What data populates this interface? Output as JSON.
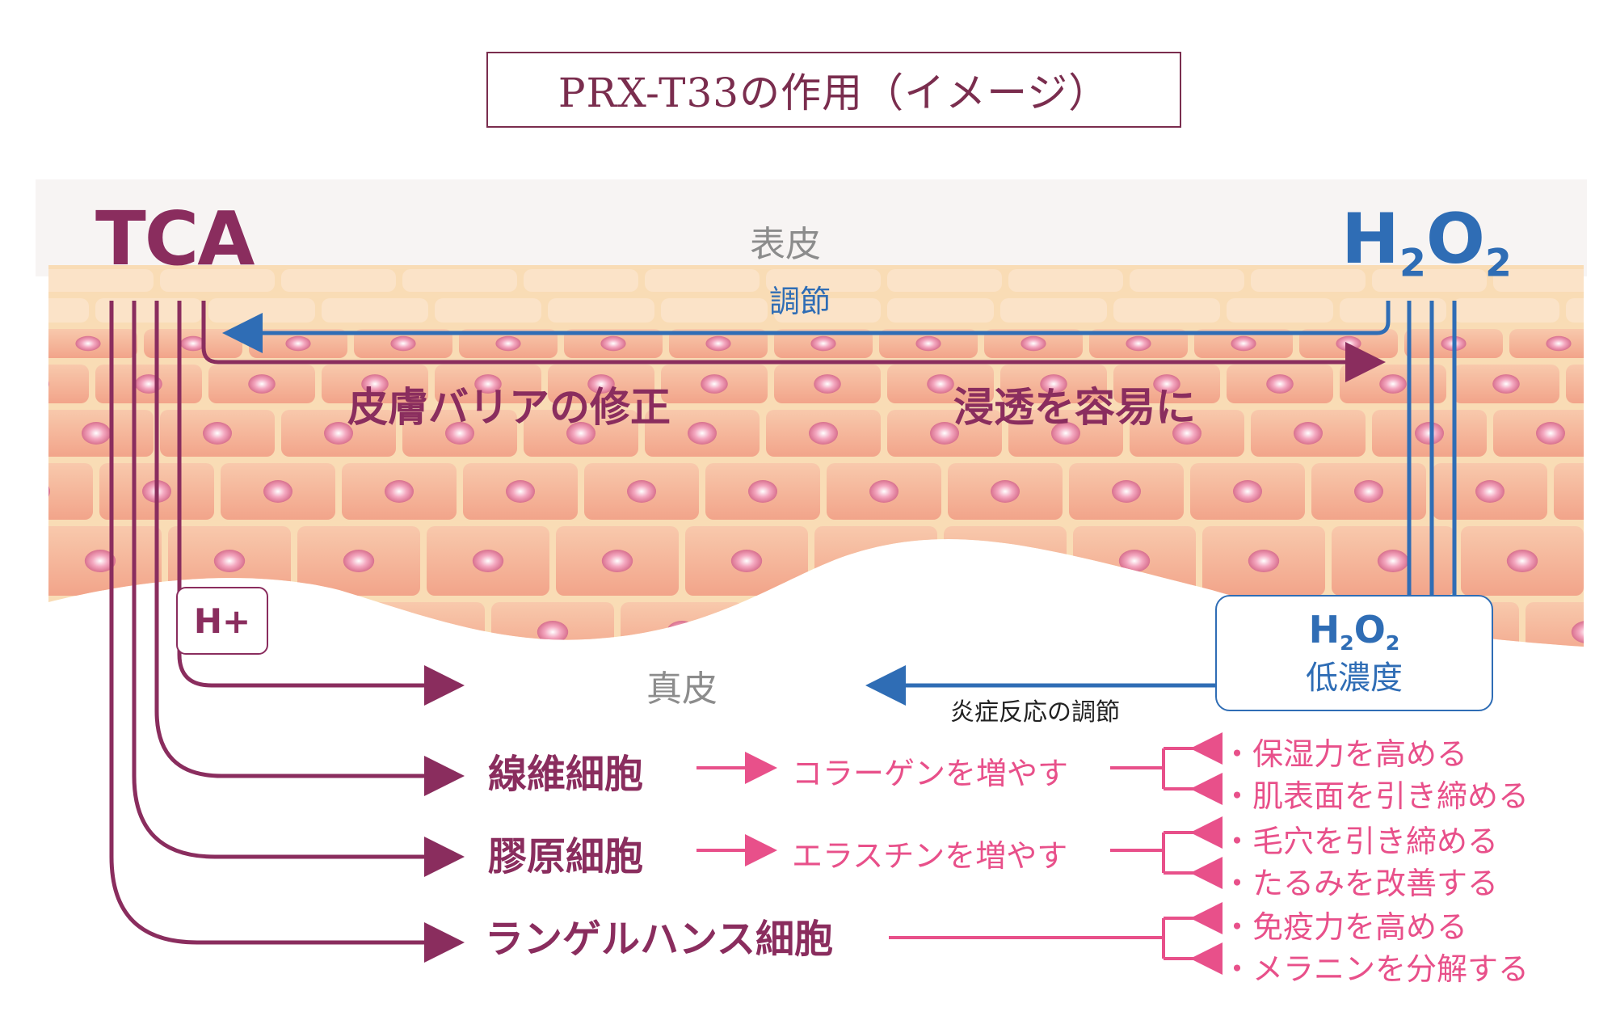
{
  "title": "PRX-T33の作用（イメージ）",
  "colors": {
    "tca": "#8a2d5e",
    "h2o2": "#2f6db5",
    "effect": "#e8508a",
    "layer_label": "#8c8c8c"
  },
  "agents": {
    "tca": "TCA",
    "h2o2_main": "H",
    "h2o2_sub1": "2",
    "h2o2_mid": "O",
    "h2o2_sub2": "2"
  },
  "layers": {
    "epidermis": "表皮",
    "dermis": "真皮"
  },
  "epidermis_effects": {
    "regulation": "調節",
    "barrier_repair": "皮膚バリアの修正",
    "ease_penetration": "浸透を容易に"
  },
  "hplus": "H+",
  "h2o2_box": {
    "h": "H",
    "s1": "2",
    "o": "O",
    "s2": "2",
    "label": "低濃度"
  },
  "inflammation": "炎症反応の調節",
  "cells": [
    {
      "name": "線維細胞",
      "effect": "コラーゲンを増やす",
      "results": [
        "・保湿力を高める",
        "・肌表面を引き締める"
      ]
    },
    {
      "name": "膠原細胞",
      "effect": "エラスチンを増やす",
      "results": [
        "・毛穴を引き締める",
        "・たるみを改善する"
      ]
    },
    {
      "name": "ランゲルハンス細胞",
      "effect": "",
      "results": [
        "・免疫力を高める",
        "・メラニンを分解する"
      ]
    }
  ]
}
